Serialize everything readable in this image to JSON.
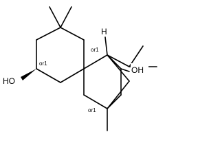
{
  "molecule": {
    "atom_labels": {
      "left_hydroxyl": "HO",
      "right_hydroxyl": "OH",
      "bridgehead_hydrogen": "H"
    },
    "stereo_labels": {
      "left_stereocenter": "or1",
      "upper_bridgehead": "or1",
      "lower_bridgehead": "or1"
    }
  }
}
